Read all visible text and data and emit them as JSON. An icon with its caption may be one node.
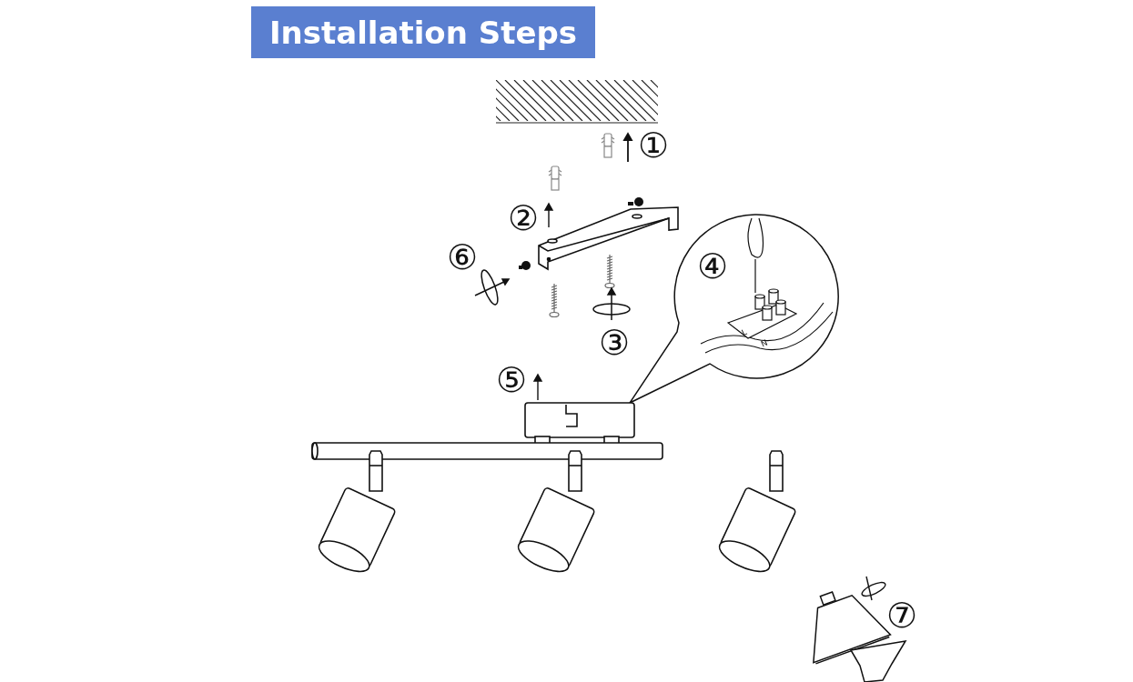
{
  "diagram": {
    "title": "Installation Steps",
    "labels": [
      "①",
      "②",
      "⑥",
      "④",
      "L",
      "N",
      "③",
      "⑤",
      "⑦"
    ]
  }
}
